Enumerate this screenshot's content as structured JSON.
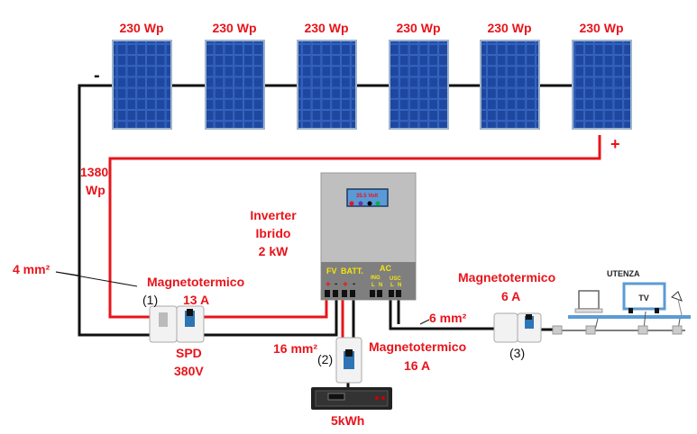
{
  "panels": [
    {
      "label": "230 Wp"
    },
    {
      "label": "230 Wp"
    },
    {
      "label": "230 Wp"
    },
    {
      "label": "230 Wp"
    },
    {
      "label": "230 Wp"
    },
    {
      "label": "230 Wp"
    }
  ],
  "array": {
    "minus": "-",
    "plus": "+",
    "power_line1": "1380",
    "power_line2": "Wp"
  },
  "cable_left": "4 mm²",
  "cable_batt": "16 mm²",
  "cable_out": "6 mm²",
  "inverter": {
    "title_line1": "Inverter",
    "title_line2": "Ibrido",
    "title_line3": "2 kW",
    "display": "35.5 Volt",
    "fv": "FV",
    "batt": "BATT.",
    "ac": "AC",
    "ing": "ING",
    "usc": "USC",
    "l": "L",
    "n": "N",
    "plus": "+",
    "minus": "-"
  },
  "breaker1": {
    "title": "Magnetotermico",
    "rating": "13 A",
    "index": "(1)"
  },
  "spd": {
    "line1": "SPD",
    "line2": "380V"
  },
  "breaker2": {
    "title": "Magnetotermico",
    "rating": "16 A",
    "index": "(2)"
  },
  "breaker3": {
    "title": "Magnetotermico",
    "rating": "6 A",
    "index": "(3)"
  },
  "battery": {
    "label": "5kWh"
  },
  "loads": {
    "title": "UTENZA",
    "tv": "TV"
  },
  "colors": {
    "red": "#e8141b",
    "panel": "#1f4fa8",
    "inverter": "#bfbfbf",
    "inverter_base": "#7f7f7f",
    "label_yellow": "#f5e50a"
  }
}
